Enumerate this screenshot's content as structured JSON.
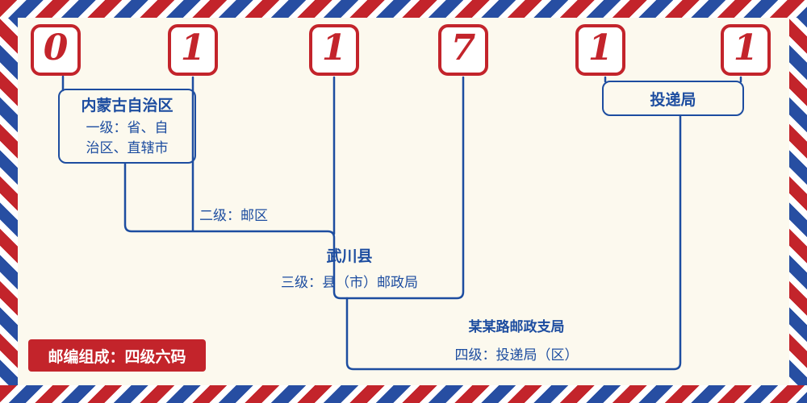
{
  "colors": {
    "red": "#c3242b",
    "blue": "#1d4da0",
    "background": "#fcf9ee"
  },
  "postcode": {
    "digits": [
      "0",
      "1",
      "1",
      "7",
      "1",
      "1"
    ]
  },
  "labels": {
    "level1_name": "内蒙古自治区",
    "level1_desc_line1": "一级：省、自",
    "level1_desc_line2": "治区、直辖市",
    "level2_desc": "二级：邮区",
    "level3_name": "武川县",
    "level3_desc": "三级：县（市）邮政局",
    "level4_name": "某某路邮政支局",
    "level4_desc": "四级：投递局（区）",
    "delivery_office": "投递局",
    "badge_text": "邮编组成：四级六码"
  }
}
